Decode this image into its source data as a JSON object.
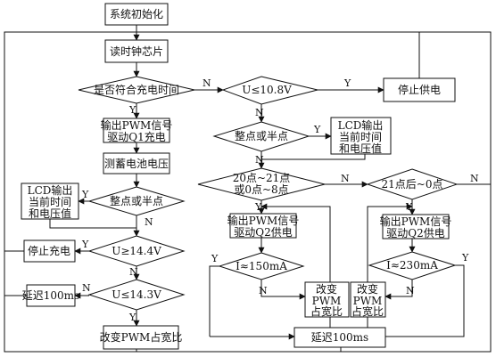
{
  "nodes": {
    "init": "系统初始化",
    "read_clock": "读时钟芯片",
    "charge_time_q": "是否符合充电时间",
    "output_pwm_q1": [
      "输出PWM信号",
      "驱动Q1充电"
    ],
    "measure_batt": "测蓄电池电压",
    "hour_half_left": "整点或半点",
    "lcd_left": [
      "LCD输出",
      "当前时间",
      "和电压值"
    ],
    "u_ge_14_4": "U≥14.4V",
    "stop_charge": "停止充电",
    "u_le_14_3": "U≤14.3V",
    "delay_left": "延迟100ms",
    "change_pwm_left": "改变PWM占宽比",
    "u_le_10_8": "U≤10.8V",
    "stop_supply": "停止供电",
    "hour_half_right": "整点或半点",
    "lcd_right": [
      "LCD输出",
      "当前时间",
      "和电压值"
    ],
    "time_range_q": [
      "20点~21点",
      "或0点~8点"
    ],
    "after_21_q": "21点后~0点",
    "output_pwm_q2_a": [
      "输出PWM信号",
      "驱动Q2供电"
    ],
    "output_pwm_q2_b": [
      "输出PWM信号",
      "驱动Q2供电"
    ],
    "i_le_150": "I≈150mA",
    "i_le_230": "I≈230mA",
    "change_ratio_a": [
      "改变",
      "PWM",
      "占宽比"
    ],
    "change_ratio_b": [
      "改变",
      "PWM",
      "占宽比"
    ],
    "delay_right": "延迟100ms"
  },
  "labels": {
    "yes": "Y",
    "no": "N"
  }
}
